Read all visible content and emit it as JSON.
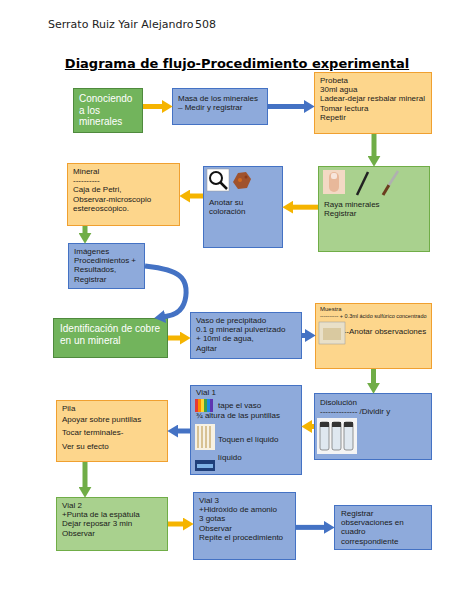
{
  "diagram": {
    "title": "Diagrama de flujo-Procedimiento experimental",
    "nodes": [
      {
        "text": [
          "Conociendo a los minerales"
        ]
      },
      {
        "text": [
          "Masa de los minerales – Medir y registrar"
        ]
      },
      {
        "text": [
          "Probeta",
          "30ml agua",
          "Ladear-dejar resbalar mineral",
          "Tomar lectura",
          "Repetir"
        ]
      },
      {
        "text": [
          "Mineral",
          "----------",
          "Caja de Petri,",
          "Observar-microscopio estereoscópico."
        ]
      },
      {
        "text": [
          "Anotar su coloración"
        ]
      },
      {
        "text": [
          "Raya minerales",
          "Registrar"
        ]
      },
      {
        "text": [
          "Imágenes",
          "Procedimientos + Resultados,",
          "Registrar"
        ]
      },
      {
        "text": [
          "Identificación de cobre en un mineral"
        ]
      },
      {
        "text": [
          "Vaso de precipitado",
          "0.1 g mineral pulverizado",
          "+ 10ml de agua,",
          "Agitar"
        ]
      },
      {
        "text": [
          "Muestra",
          "---------- + 0.3ml ácido sulfúrico concentrado",
          "Agitar---Anotar observaciones"
        ]
      },
      {
        "text": [
          "Disolución",
          "-------------- /Dividir y enumerar"
        ]
      },
      {
        "text": [
          "Vial 1",
          "tape el vaso",
          "¾ altura de las puntillas",
          "Toquen el líquido",
          "líquido"
        ]
      },
      {
        "text": [
          "Pila",
          "Apoyar sobre puntillas",
          "Tocar terminales-",
          "Ver su efecto"
        ]
      },
      {
        "text": [
          "Vial 2",
          "+Punta de la espátula",
          "Dejar reposar 3 min",
          "Observar"
        ]
      },
      {
        "text": [
          "Vial 3",
          "+Hidróxido de amonio",
          "3 gotas",
          "Observar",
          "Repite el procedimiento"
        ]
      },
      {
        "text": [
          "Registrar observaciones en cuadro correspondiente"
        ]
      }
    ],
    "edges": [
      {
        "from": 0,
        "to": 1,
        "arrow": "to"
      },
      {
        "from": 1,
        "to": 2,
        "arrow": "to"
      },
      {
        "from": 2,
        "to": 5,
        "arrow": "to"
      },
      {
        "from": 5,
        "to": 4,
        "arrow": "to"
      },
      {
        "from": 4,
        "to": 3,
        "arrow": "to"
      },
      {
        "from": 3,
        "to": 6,
        "arrow": "to"
      },
      {
        "from": 6,
        "to": 7,
        "arrow": "to"
      },
      {
        "from": 7,
        "to": 8,
        "arrow": "to"
      },
      {
        "from": 8,
        "to": 9,
        "arrow": "to"
      },
      {
        "from": 9,
        "to": 10,
        "arrow": "to"
      },
      {
        "from": 10,
        "to": 11,
        "arrow": "to"
      },
      {
        "from": 11,
        "to": 12,
        "arrow": "to"
      },
      {
        "from": 12,
        "to": 13,
        "arrow": "to"
      },
      {
        "from": 13,
        "to": 14,
        "arrow": "to"
      },
      {
        "from": 14,
        "to": 15,
        "arrow": "to"
      }
    ],
    "labels": [
      "Serrato Ruiz Yair Alejandro",
      "508"
    ]
  }
}
